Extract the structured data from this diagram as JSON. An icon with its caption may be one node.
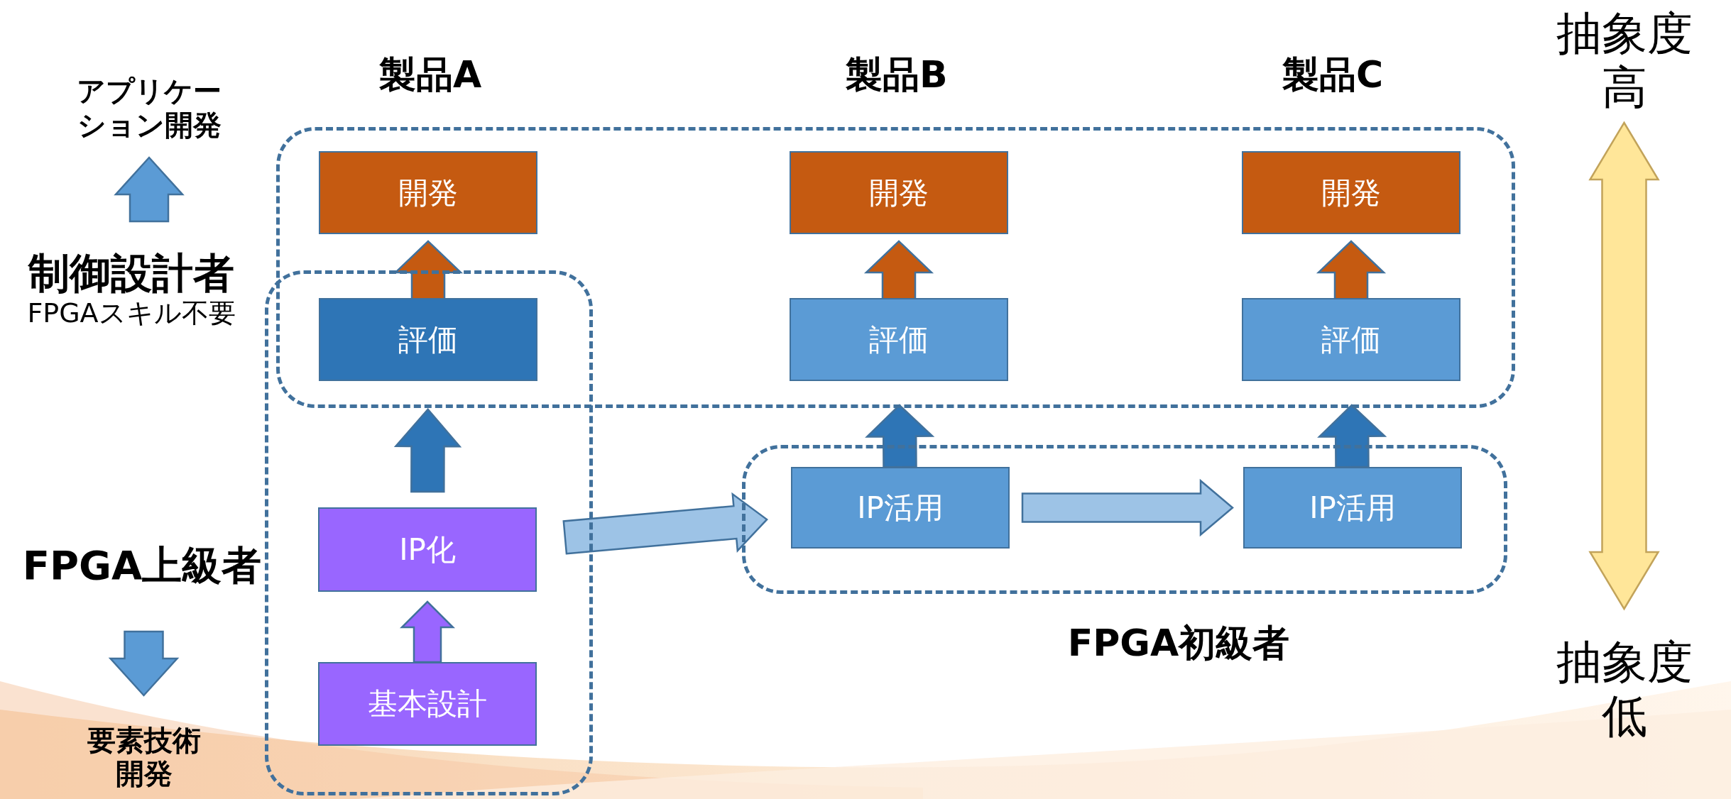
{
  "diagram": {
    "nodes": [
      {
        "text": [
          "アプリケーション開発"
        ]
      },
      {
        "text": [],
        "shape": "box"
      },
      {
        "text": [
          "開発"
        ],
        "in": 1
      },
      {
        "text": [
          "開発"
        ],
        "in": 1
      },
      {
        "text": [
          "開発"
        ],
        "in": 1
      },
      {
        "text": [
          "抽象度高"
        ]
      },
      {
        "text": [
          "制御設計者",
          "FPGAスキル不要"
        ]
      },
      {
        "text": [],
        "shape": "box"
      },
      {
        "text": [
          "評価"
        ]
      },
      {
        "text": [
          "評価"
        ],
        "in": 1
      },
      {
        "text": [
          "評価"
        ],
        "in": 1
      },
      {
        "text": [
          "FPGA初級者"
        ]
      },
      {
        "text": [
          "IP活用"
        ],
        "in": 11
      },
      {
        "text": [
          "IP活用"
        ],
        "in": 11
      },
      {
        "text": [
          "FPGA上級者"
        ]
      },
      {
        "text": [
          "IP化"
        ],
        "in": 7
      },
      {
        "text": [
          "基本設計"
        ],
        "in": 7
      },
      {
        "text": [
          "抽象度低"
        ]
      },
      {
        "text": [
          "要素技術開発"
        ]
      }
    ],
    "edges": [
      {
        "from": 6,
        "to": 0,
        "arrow": "to",
        "color": "#5b9bd5"
      },
      {
        "from": 8,
        "to": 2,
        "arrow": "to",
        "color": "#c55a11"
      },
      {
        "from": 9,
        "to": 3,
        "arrow": "to",
        "color": "#c55a11"
      },
      {
        "from": 10,
        "to": 4,
        "arrow": "to",
        "color": "#c55a11"
      },
      {
        "from": 15,
        "to": 8,
        "arrow": "to",
        "color": "#2e75b6"
      },
      {
        "from": 12,
        "to": 9,
        "arrow": "to",
        "color": "#2e75b6"
      },
      {
        "from": 13,
        "to": 10,
        "arrow": "to",
        "color": "#2e75b6"
      },
      {
        "from": 15,
        "to": 12,
        "arrow": "to",
        "color": "#9dc3e6"
      },
      {
        "from": 12,
        "to": 13,
        "arrow": "to",
        "color": "#9dc3e6"
      },
      {
        "from": 16,
        "to": 15,
        "arrow": "to",
        "color": "#9966ff"
      },
      {
        "from": 14,
        "to": 18,
        "arrow": "to",
        "color": "#5b9bd5"
      },
      {
        "from": 5,
        "to": 17,
        "arrow": "both",
        "color": "#ffe699"
      }
    ],
    "labels": [
      "製品A",
      "製品B",
      "製品C"
    ]
  }
}
